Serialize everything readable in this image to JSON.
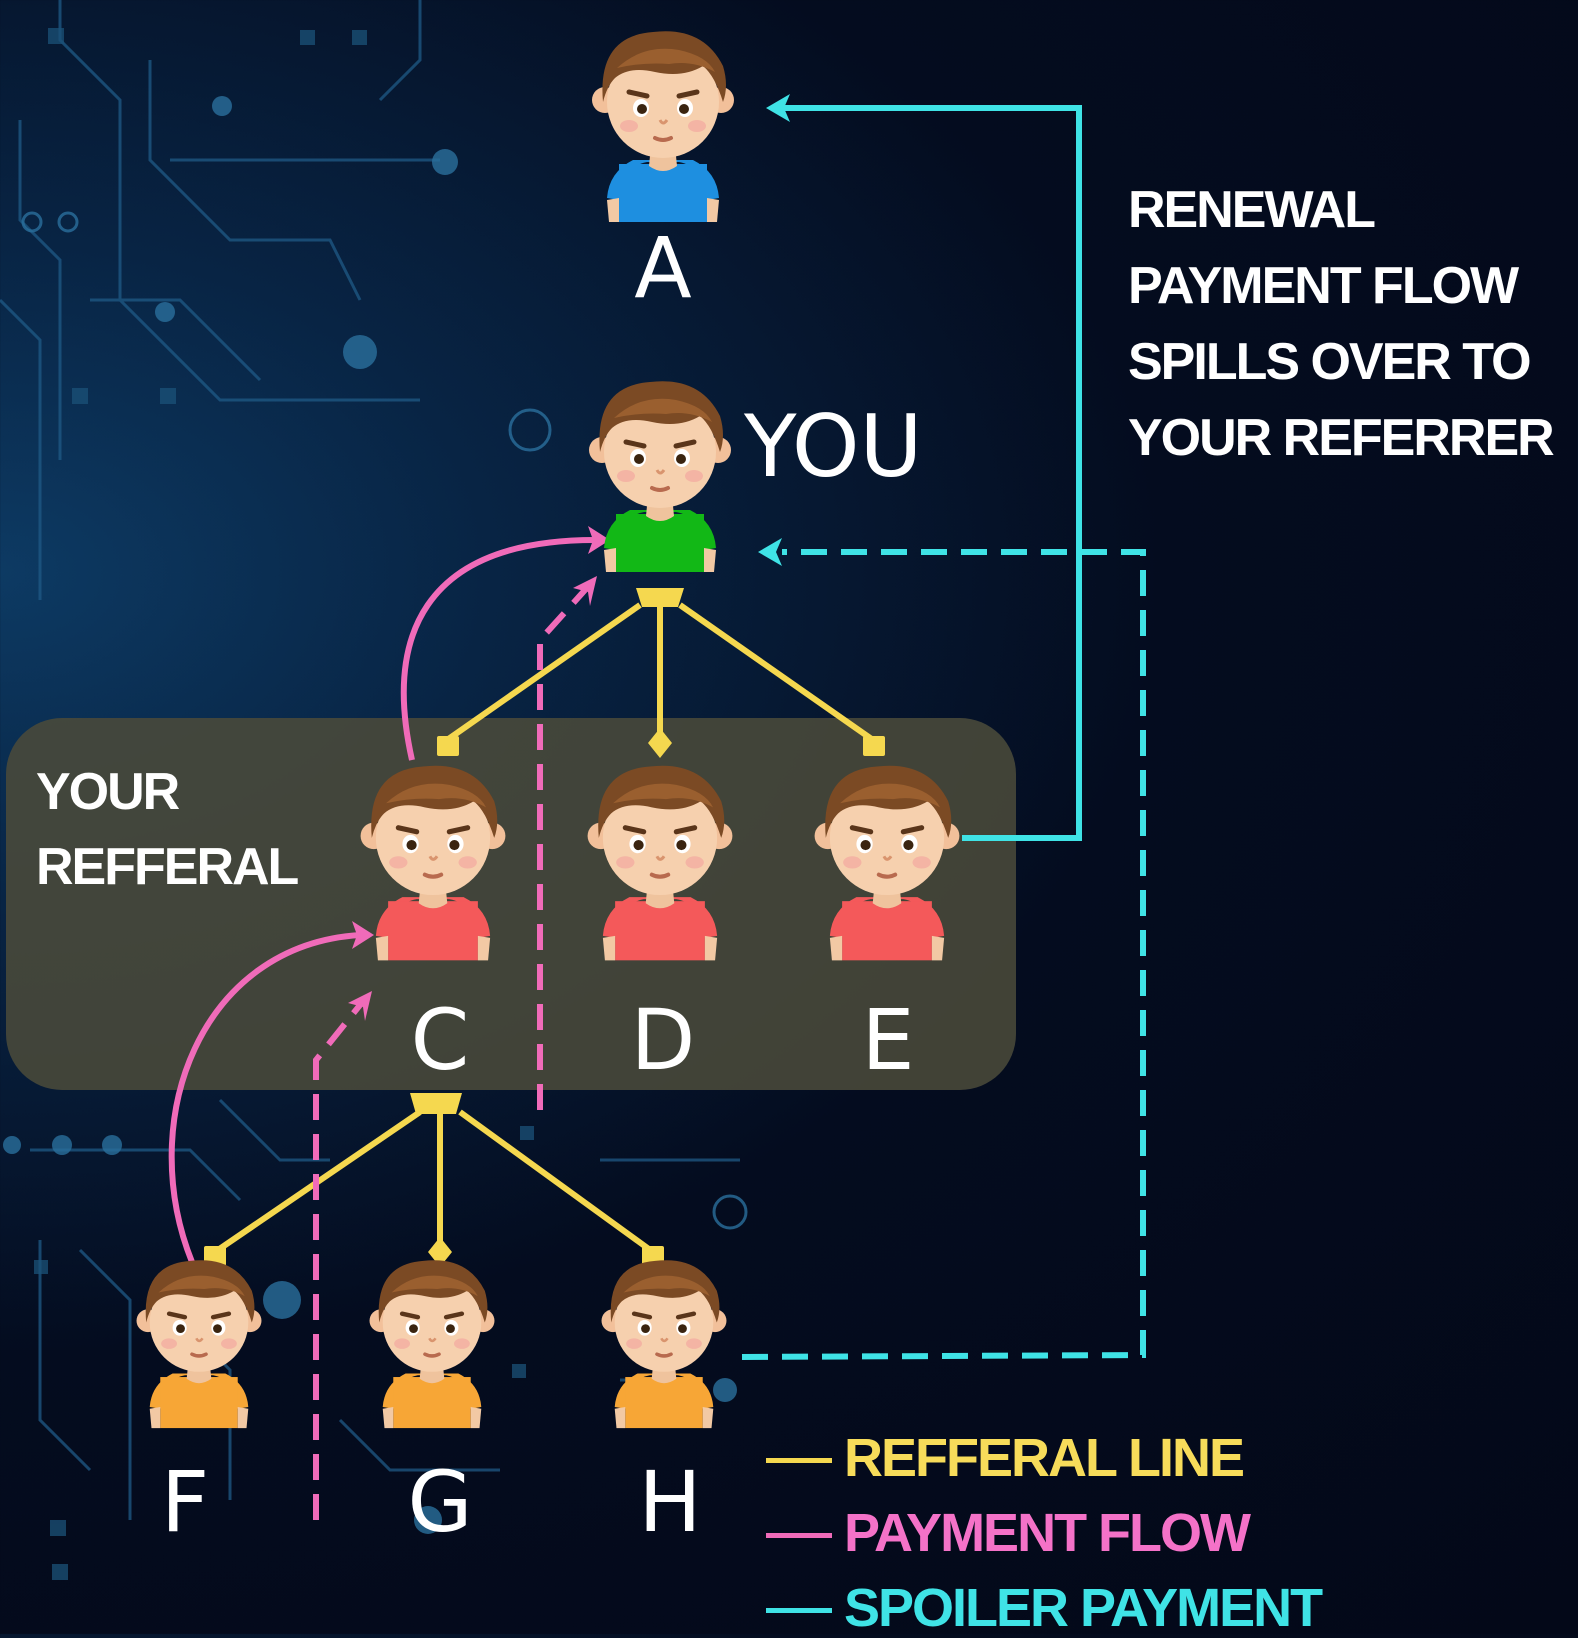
{
  "diagram": {
    "nodes": {
      "a": {
        "label": "A"
      },
      "you": {
        "label": "YOU"
      },
      "c": {
        "label": "C"
      },
      "d": {
        "label": "D"
      },
      "e": {
        "label": "E"
      },
      "f": {
        "label": "F"
      },
      "g": {
        "label": "G"
      },
      "h": {
        "label": "H"
      }
    },
    "group_label": [
      "YOUR",
      "REFFERAL"
    ],
    "annotation": [
      "RENEWAL",
      "PAYMENT FLOW",
      "SPILLS OVER TO",
      "YOUR REFERRER"
    ],
    "legend": [
      {
        "label": "REFFERAL LINE",
        "color": "#f7dc5a"
      },
      {
        "label": "PAYMENT FLOW",
        "color": "#f472c8"
      },
      {
        "label": "SPOILER PAYMENT",
        "color": "#3fe3e6"
      }
    ],
    "colors": {
      "referral_line": "#f5d84f",
      "payment_flow": "#f06bb9",
      "spoiler_payment": "#3fe3e6",
      "shirt_a": "#1e8fe0",
      "shirt_you": "#12b816",
      "shirt_referral": "#f4595a",
      "shirt_second_level": "#f7a636",
      "group_box": "#4a4a3a"
    }
  }
}
